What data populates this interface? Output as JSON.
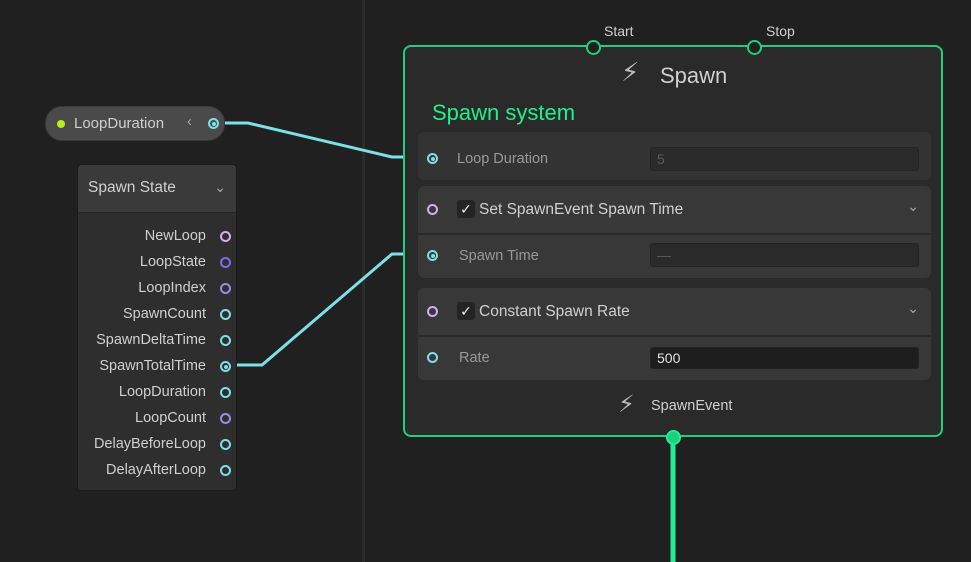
{
  "colors": {
    "context_border": "#1fcf7f",
    "float_port": "#7de0e8",
    "event_port": "#d6aaf5",
    "enum_port": "#7b6cf0",
    "int_port": "#9b8ae8",
    "param_dot": "#b5f01a"
  },
  "parameter": {
    "label": "LoopDuration",
    "collapse_icon": "chevron-left-icon"
  },
  "spawn_state": {
    "title": "Spawn State",
    "outputs": [
      {
        "label": "NewLoop",
        "type": "event"
      },
      {
        "label": "LoopState",
        "type": "enum"
      },
      {
        "label": "LoopIndex",
        "type": "int"
      },
      {
        "label": "SpawnCount",
        "type": "float"
      },
      {
        "label": "SpawnDeltaTime",
        "type": "float"
      },
      {
        "label": "SpawnTotalTime",
        "type": "float",
        "connected": true
      },
      {
        "label": "LoopDuration",
        "type": "float"
      },
      {
        "label": "LoopCount",
        "type": "int"
      },
      {
        "label": "DelayBeforeLoop",
        "type": "float"
      },
      {
        "label": "DelayAfterLoop",
        "type": "float"
      }
    ]
  },
  "context": {
    "start_label": "Start",
    "stop_label": "Stop",
    "title": "Spawn",
    "subtitle": "Spawn system",
    "loop_duration": {
      "label": "Loop Duration",
      "value": "5"
    },
    "block1": {
      "title": "Set SpawnEvent Spawn Time",
      "checked": true,
      "field_label": "Spawn Time",
      "field_value": "—"
    },
    "block2": {
      "title": "Constant Spawn Rate",
      "checked": true,
      "field_label": "Rate",
      "field_value": "500"
    },
    "output_label": "SpawnEvent"
  }
}
